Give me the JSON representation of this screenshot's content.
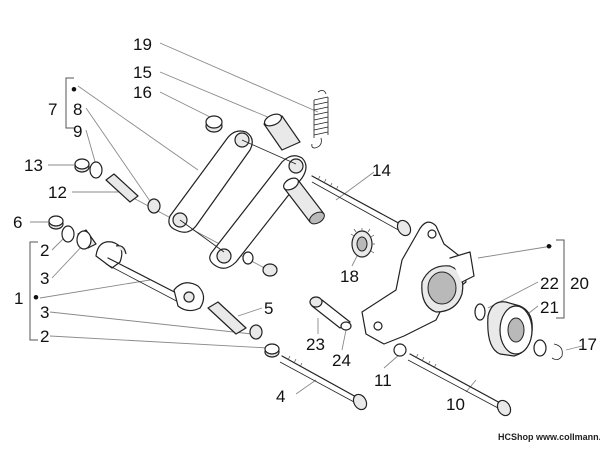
{
  "callouts": {
    "c1": "1",
    "c2a": "2",
    "c2b": "2",
    "c3a": "3",
    "c3b": "3",
    "c4": "4",
    "c5": "5",
    "c6": "6",
    "c7": "7",
    "c8": "8",
    "c9": "9",
    "c10": "10",
    "c11": "11",
    "c12": "12",
    "c13": "13",
    "c14": "14",
    "c15": "15",
    "c16": "16",
    "c17": "17",
    "c18": "18",
    "c19": "19",
    "c20": "20",
    "c21": "21",
    "c22": "22",
    "c23": "23",
    "c24": "24"
  },
  "group_marker": "•",
  "watermark": "HCShop www.collmann.eu"
}
